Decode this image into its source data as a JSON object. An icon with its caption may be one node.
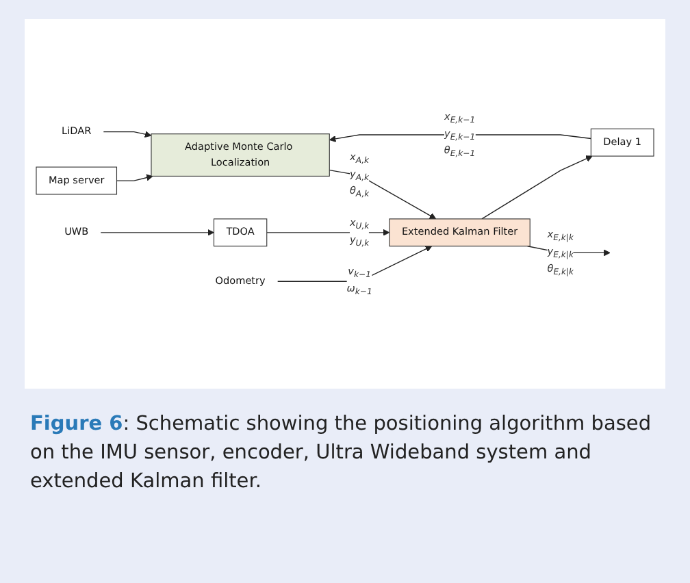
{
  "diagram": {
    "caption": "**Figure 6**: Schematic showing the positioning algorithm based on the IMU sensor, encoder, Ultra Wideband system and extended Kalman filter.",
    "nodes": [
      {
        "text": [
          "Map server"
        ]
      },
      {
        "text": [
          "Delay 1"
        ]
      },
      {
        "text": [
          "LiDAR"
        ]
      },
      {
        "text": [
          "Adaptive Monte Carlo Localization"
        ]
      },
      {
        "text": [
          "Extended Kalman Filter"
        ]
      },
      {
        "text": [
          "UWB"
        ]
      },
      {
        "text": [
          "TDOA"
        ]
      },
      {
        "text": [
          "Odometry"
        ]
      }
    ],
    "edges": [
      {
        "from": 0,
        "to": 3,
        "arrow": "to"
      },
      {
        "from": 1,
        "to": 3,
        "arrow": "to",
        "label": "x$_{E,k−1}$ y$_{E,k−1}$ θ$_{E,k−1}$"
      },
      {
        "from": 2,
        "to": 3,
        "arrow": "to"
      },
      {
        "from": 3,
        "to": 4,
        "arrow": "to",
        "label": "x$_{A,k}$ y$_{A,k}$ θ$_{A,k}$"
      },
      {
        "from": 5,
        "to": 6,
        "arrow": "to"
      },
      {
        "from": 6,
        "to": 4,
        "arrow": "to",
        "label": "x$_{U,k}$ y$_{U,k}$"
      },
      {
        "from": 7,
        "to": 4,
        "arrow": "to",
        "label": "v$_{k−1}$ ω$_{k−1}$"
      },
      {
        "from": 4,
        "to": null,
        "arrow": "to",
        "label": "x$_{E,k|k}$ y$_{E,k|k}$ θ$_{E,k|k}$"
      },
      {
        "from": 4,
        "to": 1,
        "arrow": "to"
      }
    ]
  }
}
